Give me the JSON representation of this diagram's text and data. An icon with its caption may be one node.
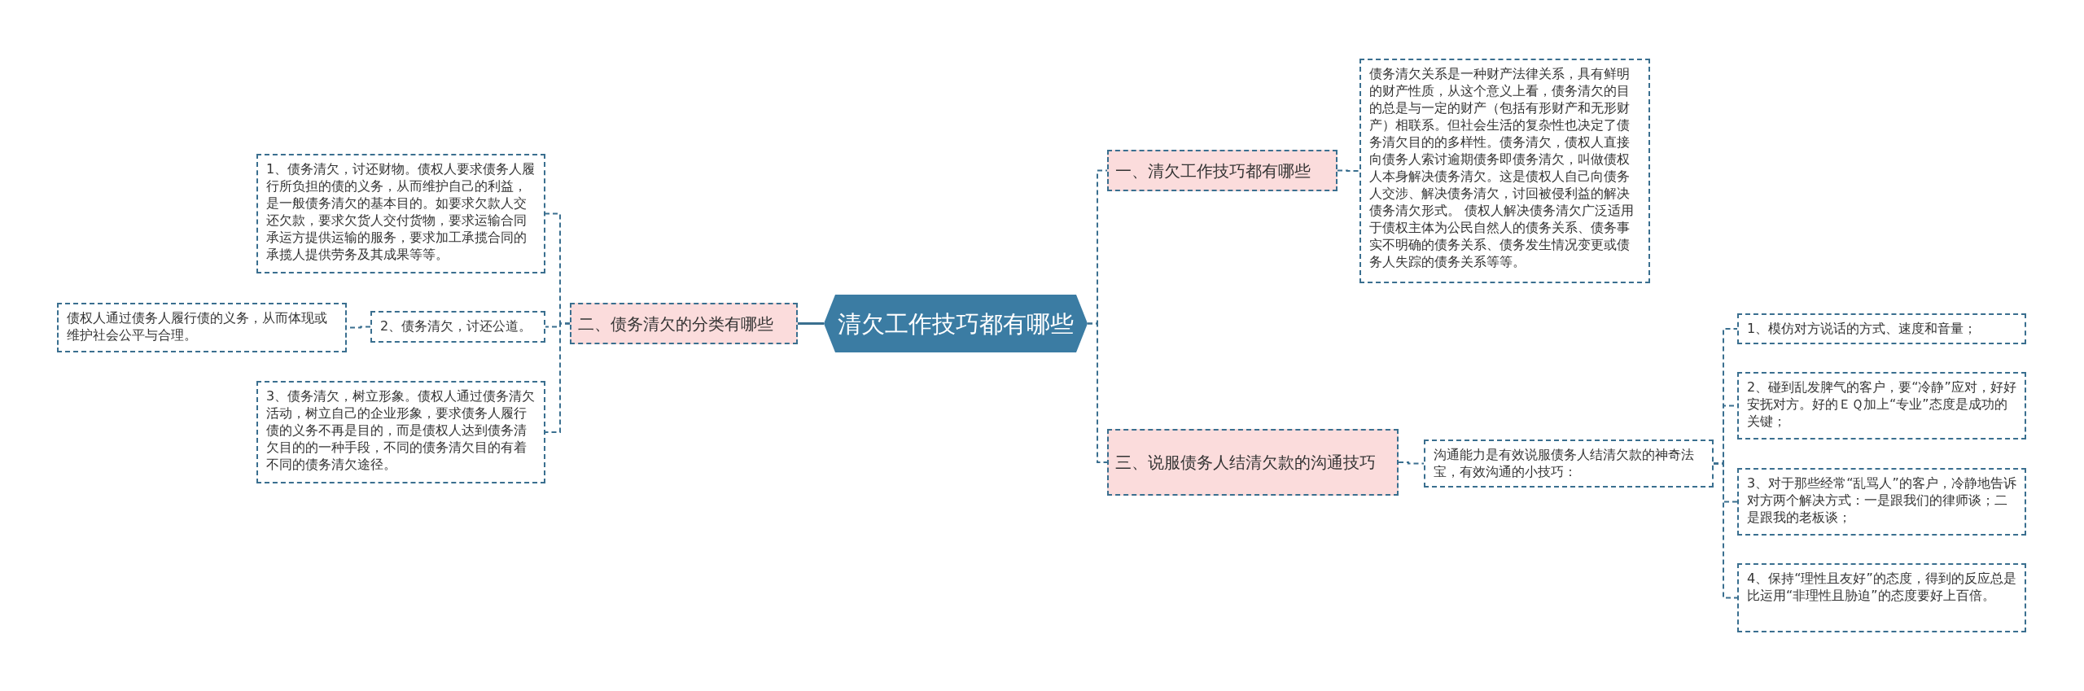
{
  "diagram": {
    "nodes": [
      {
        "text": [
          "清欠工作技巧都有哪些"
        ]
      },
      {
        "text": [
          "一、清欠工作技巧都有哪些"
        ]
      },
      {
        "text": [
          "债务清欠关系是一种财产法律关系，具有鲜明的财产性质，从这个意义上看，债务清欠的目的总是与一定的财产（包括有形财产和无形财产）相联系。但社会生活的复杂性也决定了债务清欠目的的多样性。债务清欠，债权人直接向债务人索讨逾期债务即债务清欠，叫做债权人本身解决债务清欠。这是债权人自己向债务人交涉、解决债务清欠，讨回被侵利益的解决债务清欠形式。 债权人解决债务清欠广泛适用于债权主体为公民自然人的债务关系、债务事实不明确的债务关系、债务发生情况变更或债务人失踪的债务关系等等。"
        ]
      },
      {
        "text": [
          "二、债务清欠的分类有哪些"
        ]
      },
      {
        "text": [
          "1、债务清欠，讨还财物。债权人要求债务人履行所负担的债的义务，从而维护自己的利益，是一般债务清欠的基本目的。如要求欠款人交还欠款，要求欠货人交付货物，要求运输合同承运方提供运输的服务，要求加工承揽合同的承揽人提供劳务及其成果等等。"
        ]
      },
      {
        "text": [
          "2、债务清欠，讨还公道。"
        ]
      },
      {
        "text": [
          "债权人通过债务人履行债的义务，从而体现或维护社会公平与合理。"
        ]
      },
      {
        "text": [
          "3、债务清欠，树立形象。债权人通过债务清欠活动，树立自己的企业形象，要求债务人履行债的义务不再是目的，而是债权人达到债务清欠目的的一种手段，不同的债务清欠目的有着不同的债务清欠途径。"
        ]
      },
      {
        "text": [
          "三、说服债务人结清欠款的沟通技巧"
        ]
      },
      {
        "text": [
          "沟通能力是有效说服债务人结清欠款的神奇法宝，有效沟通的小技巧："
        ]
      },
      {
        "text": [
          "1、模仿对方说话的方式、速度和音量；"
        ]
      },
      {
        "text": [
          "2、碰到乱发脾气的客户，要“冷静”应对，好好安抚对方。好的ＥＱ加上“专业”态度是成功的关键；"
        ]
      },
      {
        "text": [
          "3、对于那些经常“乱骂人”的客户，冷静地告诉对方两个解决方式：一是跟我们的律师谈；二是跟我的老板谈；"
        ]
      },
      {
        "text": [
          "4、保持“理性且友好”的态度，得到的反应总是比运用“非理性且胁迫”的态度要好上百倍。"
        ]
      }
    ],
    "edges": [
      {
        "from": 0,
        "to": 1,
        "arrow": "none",
        "style": "dashed"
      },
      {
        "from": 1,
        "to": 2,
        "arrow": "none",
        "style": "dashed"
      },
      {
        "from": 0,
        "to": 3,
        "arrow": "none"
      },
      {
        "from": 3,
        "to": 4,
        "arrow": "none",
        "style": "dashed"
      },
      {
        "from": 3,
        "to": 5,
        "arrow": "none",
        "style": "dashed"
      },
      {
        "from": 5,
        "to": 6,
        "arrow": "none",
        "style": "dashed"
      },
      {
        "from": 3,
        "to": 7,
        "arrow": "none",
        "style": "dashed"
      },
      {
        "from": 0,
        "to": 8,
        "arrow": "none",
        "style": "dashed"
      },
      {
        "from": 8,
        "to": 9,
        "arrow": "none",
        "style": "dashed"
      },
      {
        "from": 9,
        "to": 10,
        "arrow": "none",
        "style": "dashed"
      },
      {
        "from": 9,
        "to": 11,
        "arrow": "none",
        "style": "dashed"
      },
      {
        "from": 9,
        "to": 12,
        "arrow": "none",
        "style": "dashed"
      },
      {
        "from": 9,
        "to": 13,
        "arrow": "none",
        "style": "dashed"
      }
    ]
  }
}
